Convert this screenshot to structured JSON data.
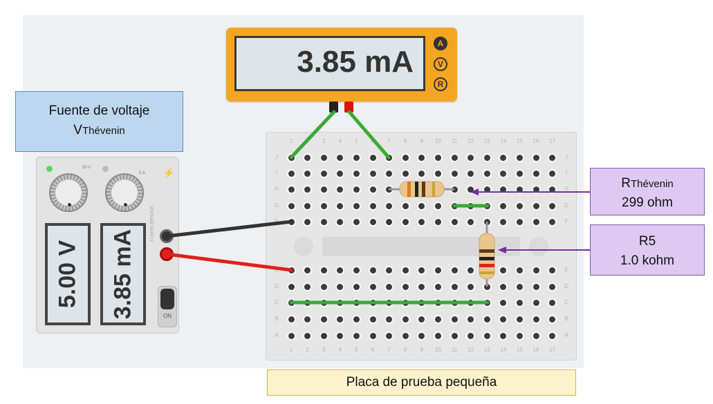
{
  "multimeter": {
    "reading": "3.85 mA",
    "modes": [
      "A",
      "V",
      "R"
    ],
    "active_mode": "A"
  },
  "power_supply": {
    "voltage_display": "5.00 V",
    "current_display": "3.85 mA",
    "switch_label": "ON",
    "panel_text": "VOLTAGE SUPPLY",
    "knob_voltage_label": "30 V",
    "knob_current_label": "5 A"
  },
  "breadboard": {
    "column_numbers": [
      "1",
      "2",
      "3",
      "4",
      "5",
      "6",
      "7",
      "8",
      "9",
      "10",
      "11",
      "12",
      "13",
      "14",
      "15",
      "16",
      "17"
    ],
    "top_row_letters": [
      "J",
      "I",
      "H",
      "G",
      "F"
    ],
    "bottom_row_letters": [
      "E",
      "D",
      "C",
      "B",
      "A"
    ]
  },
  "callouts": {
    "voltage_source": {
      "line1": "Fuente de voltaje",
      "line2_main": "V",
      "line2_sub": "Thévenin"
    },
    "r_thevenin": {
      "label_main": "R",
      "label_sub": "Thévenin",
      "value": "299 ohm"
    },
    "r5": {
      "label": "R5",
      "value": "1.0 kohm"
    },
    "breadboard": {
      "label": "Placa de prueba pequeña"
    }
  },
  "colors": {
    "wire_green": "#3aaa35",
    "wire_black": "#333333",
    "wire_red": "#e0211d",
    "arrow_purple": "#7030a0",
    "multimeter_body": "#f4a623"
  }
}
